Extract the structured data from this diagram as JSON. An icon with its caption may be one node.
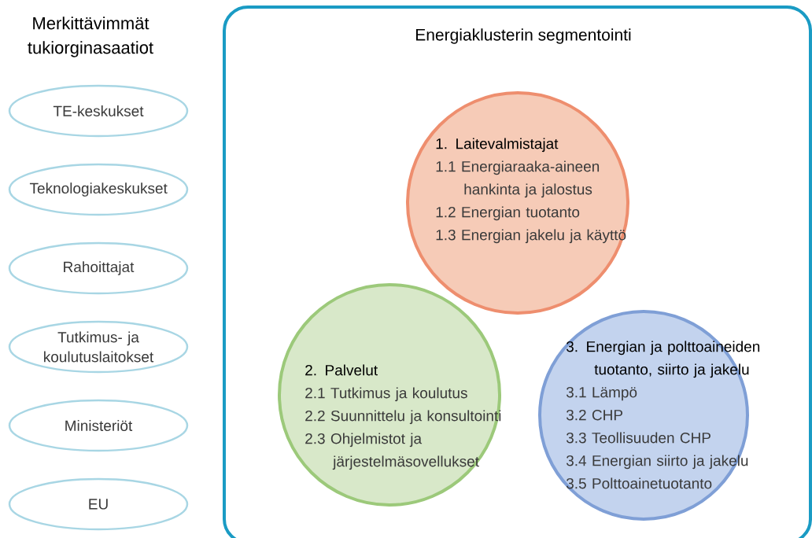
{
  "diagram": {
    "nodes": [
      {
        "text": [
          "Energiaklusterin segmentointi"
        ]
      },
      {
        "text": [
          "1. Laitevalmistajat",
          "1.1 Energiaraaka-aineen hankinta ja jalostus",
          "1.2 Energian tuotanto",
          "1.3 Energian jakelu ja käyttö"
        ],
        "in": 0
      },
      {
        "text": [
          "2. Palvelut",
          "2.1 Tutkimus ja koulutus",
          "2.2 Suunnittelu ja konsultointi",
          "2.3 Ohjelmistot ja järjestelmäsovellukset"
        ],
        "in": 0
      },
      {
        "text": [
          "3. Energian ja polttoaineiden tuotanto, siirto ja jakelu",
          "3.1 Lämpö",
          "3.2 CHP",
          "3.3 Teollisuuden CHP",
          "3.4 Energian siirto ja jakelu",
          "3.5 Polttoainetuotanto"
        ],
        "in": 0
      },
      {
        "text": [
          "TE-keskukset"
        ]
      },
      {
        "text": [
          "Teknologiakeskukset"
        ]
      },
      {
        "text": [
          "Rahoittajat"
        ]
      },
      {
        "text": [
          "Tutkimus- ja koulutuslaitokset"
        ]
      },
      {
        "text": [
          "Ministeriöt"
        ]
      },
      {
        "text": [
          "EU"
        ]
      }
    ],
    "labels": [
      "Merkittävimmät tukiorginasaatiot"
    ]
  }
}
